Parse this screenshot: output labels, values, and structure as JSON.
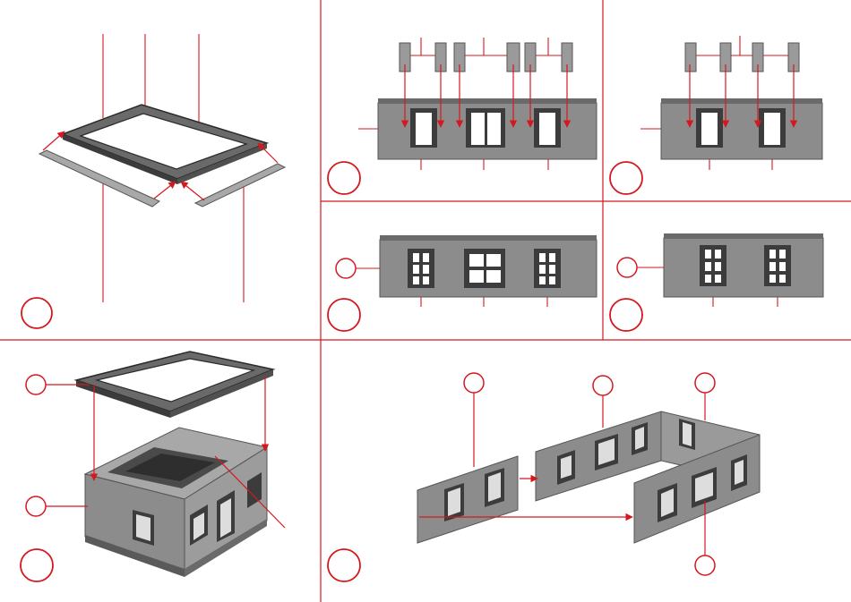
{
  "colors": {
    "accent": "#d4181f",
    "wall": "#8c8c8c",
    "wall_dark": "#6a6a6a",
    "wall_light": "#a8a8a8",
    "frame": "#3c3c3c",
    "glass": "#ffffff",
    "background": "#ffffff"
  },
  "panels": [
    {
      "id": "frame-assembly",
      "step_marker": ""
    },
    {
      "id": "front-wall-doors-inner",
      "step_marker": ""
    },
    {
      "id": "side-wall-doors-inner",
      "step_marker": ""
    },
    {
      "id": "front-wall-windows-outer",
      "step_marker": ""
    },
    {
      "id": "side-wall-windows-outer",
      "step_marker": ""
    },
    {
      "id": "roof-frame-mounting",
      "step_marker": ""
    },
    {
      "id": "wall-assembly",
      "step_marker": ""
    }
  ],
  "callouts": {
    "front_outer_wall": "",
    "side_outer_wall": "",
    "roof_frame": "",
    "house_body": "",
    "left_wall": "",
    "back_wall": "",
    "right_wall": "",
    "front_wall": ""
  }
}
